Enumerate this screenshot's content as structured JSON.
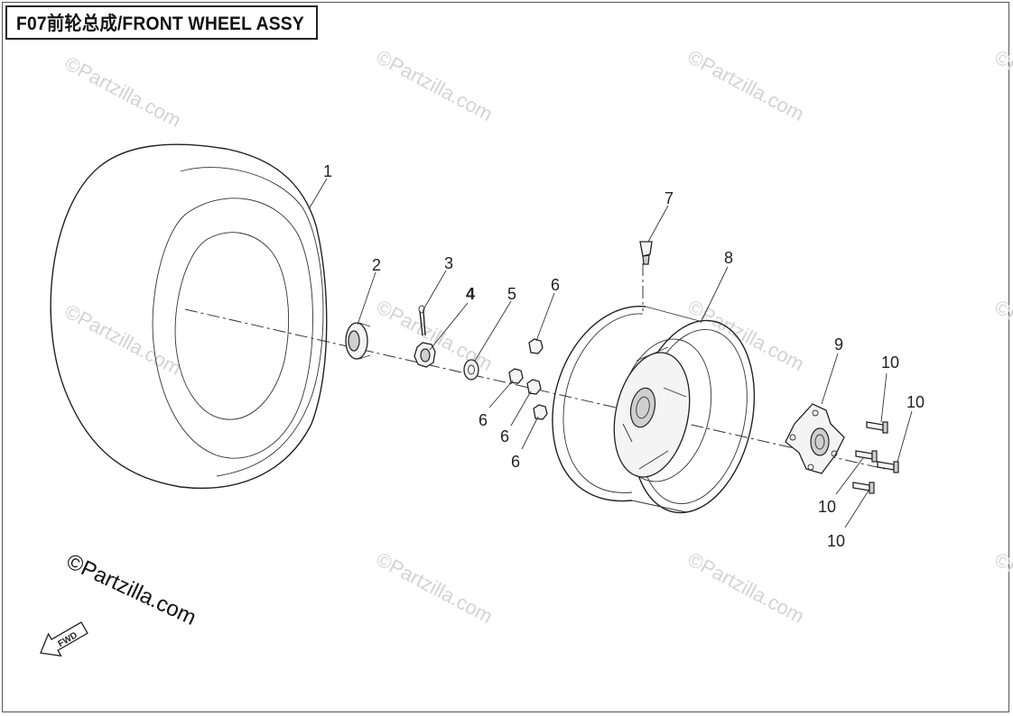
{
  "title": "F07前轮总成/FRONT WHEEL ASSY",
  "watermark": "©Partzilla.com",
  "watermark_main": "©Partzilla.com",
  "fwd_label": "FWD",
  "callouts": {
    "c1": "1",
    "c2": "2",
    "c3": "3",
    "c4": "4",
    "c5": "5",
    "c6a": "6",
    "c6b": "6",
    "c6c": "6",
    "c6d": "6",
    "c7": "7",
    "c8": "8",
    "c9": "9",
    "c10a": "10",
    "c10b": "10",
    "c10c": "10",
    "c10d": "10"
  }
}
